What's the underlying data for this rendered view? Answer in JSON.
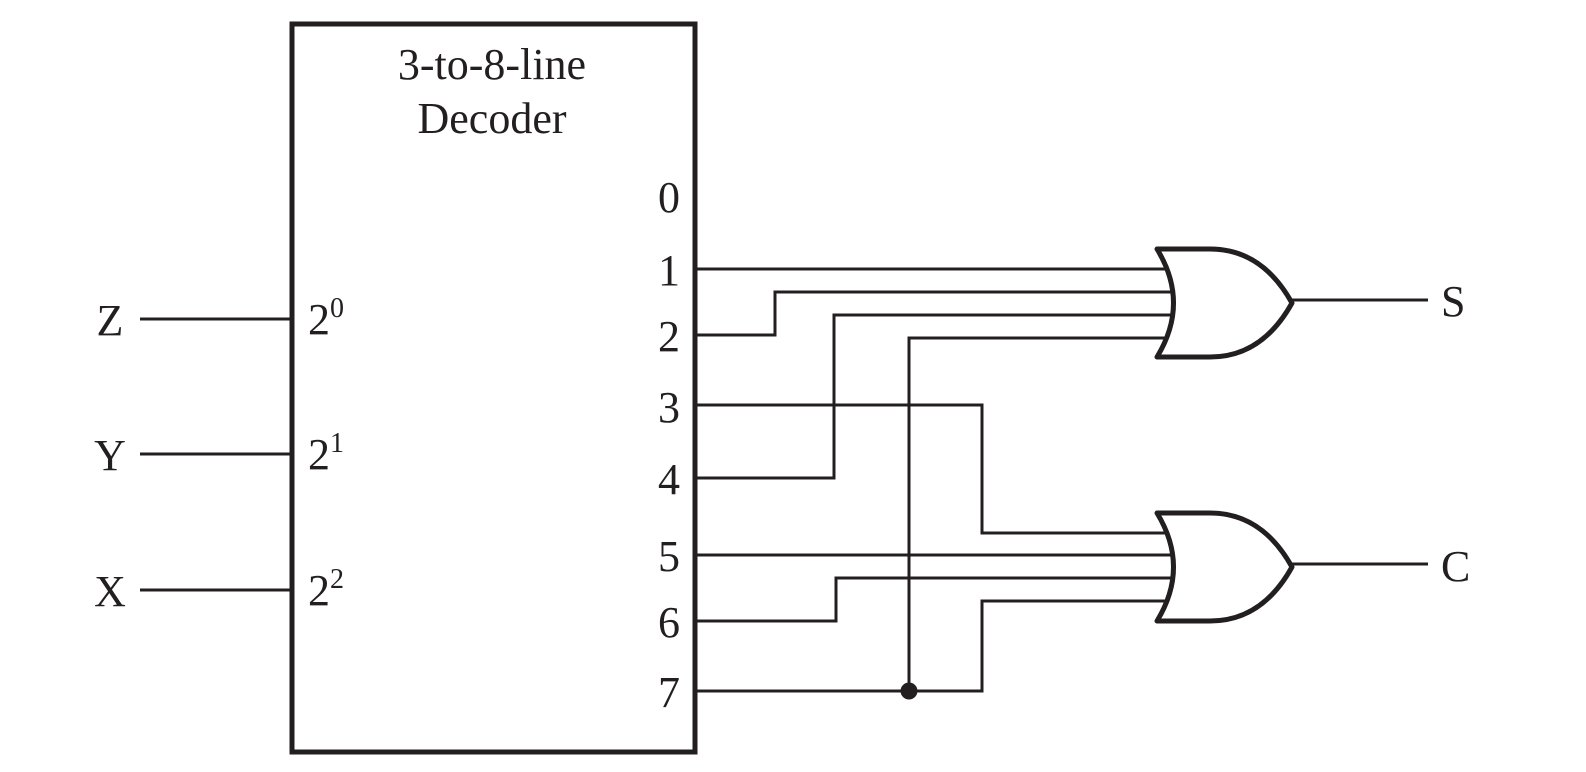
{
  "decoder": {
    "title_line1": "3-to-8-line",
    "title_line2": "Decoder",
    "inputs": [
      {
        "signal": "Z",
        "base": "2",
        "exp": "0"
      },
      {
        "signal": "Y",
        "base": "2",
        "exp": "1"
      },
      {
        "signal": "X",
        "base": "2",
        "exp": "2"
      }
    ],
    "outputs": [
      "0",
      "1",
      "2",
      "3",
      "4",
      "5",
      "6",
      "7"
    ]
  },
  "gates": [
    {
      "type": "OR",
      "output": "S",
      "inputs_from": [
        "1",
        "2",
        "4",
        "7"
      ]
    },
    {
      "type": "OR",
      "output": "C",
      "inputs_from": [
        "3",
        "5",
        "6",
        "7"
      ]
    }
  ],
  "colors": {
    "ink": "#231f20",
    "background": "#ffffff"
  }
}
